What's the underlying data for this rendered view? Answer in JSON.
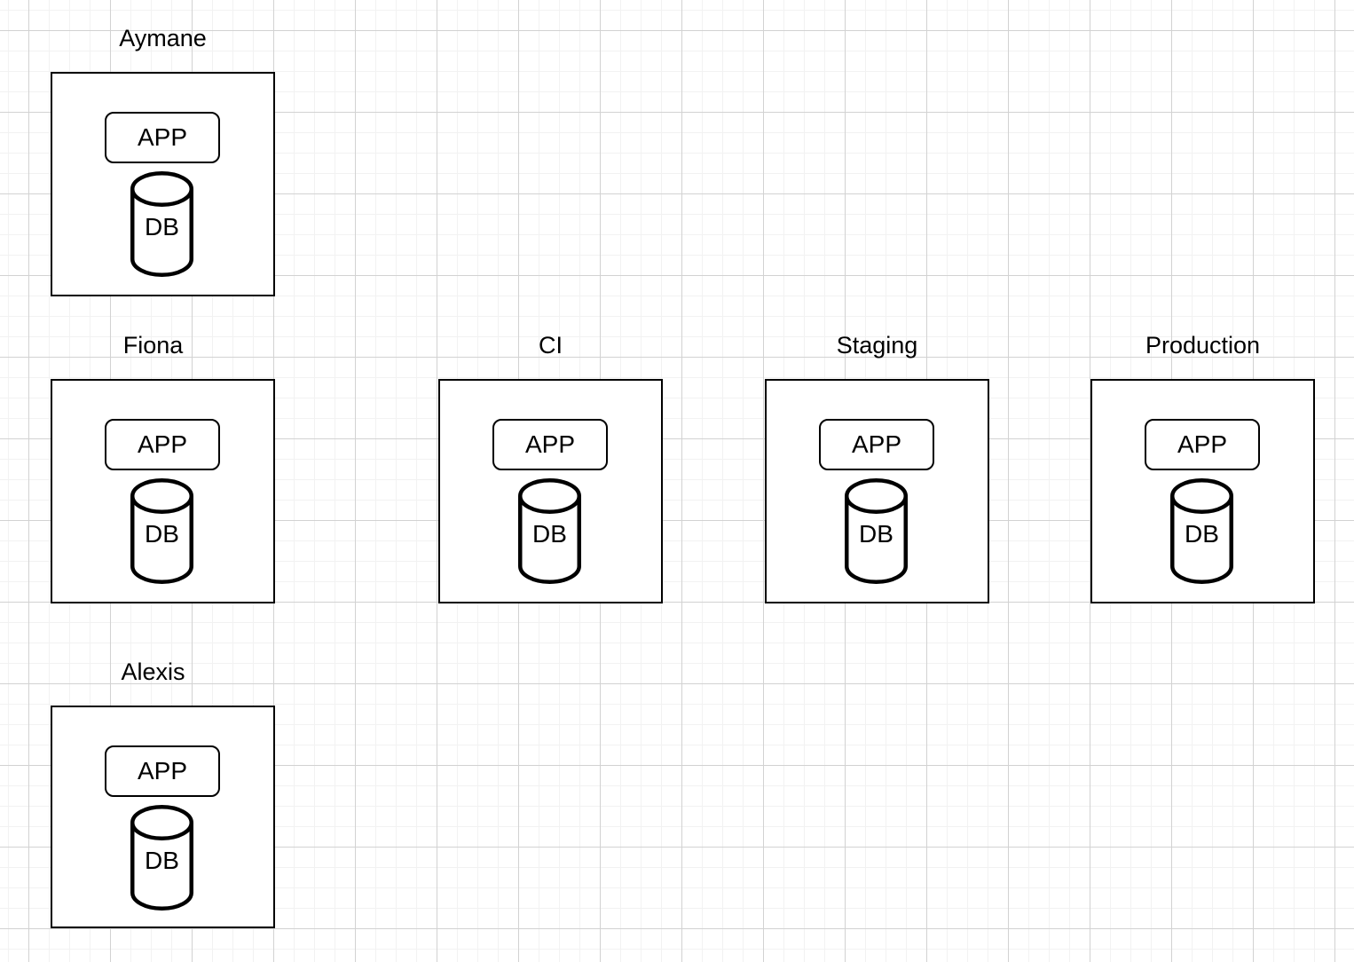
{
  "canvas": {
    "background_color": "#ffffff",
    "grid_minor_color": "#f2f2f2",
    "grid_major_color": "#d2d2d2",
    "shape_stroke_color": "#000000",
    "shape_fill_color": "#ffffff",
    "text_color": "#000000"
  },
  "environments": [
    {
      "label": "Aymane",
      "app_label": "APP",
      "db_label": "DB"
    },
    {
      "label": "Fiona",
      "app_label": "APP",
      "db_label": "DB"
    },
    {
      "label": "CI",
      "app_label": "APP",
      "db_label": "DB"
    },
    {
      "label": "Staging",
      "app_label": "APP",
      "db_label": "DB"
    },
    {
      "label": "Production",
      "app_label": "APP",
      "db_label": "DB"
    },
    {
      "label": "Alexis",
      "app_label": "APP",
      "db_label": "DB"
    }
  ]
}
